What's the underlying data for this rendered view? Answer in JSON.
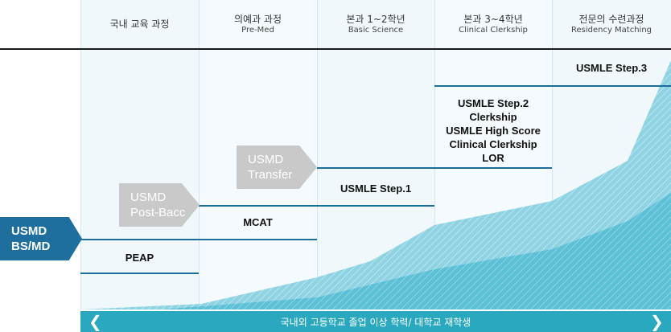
{
  "columns": [
    {
      "ko": "국내 교육 과정",
      "en": ""
    },
    {
      "ko": "의예과 과정",
      "en": "Pre-Med"
    },
    {
      "ko": "본과 1~2학년",
      "en": "Basic Science"
    },
    {
      "ko": "본과 3~4학년",
      "en": "Clinical Clerkship"
    },
    {
      "ko": "전문의 수련과정",
      "en": "Residency Matching"
    }
  ],
  "steps": {
    "peap": "PEAP",
    "mcat": "MCAT",
    "step1": "USMLE Step.1",
    "step2_lines": [
      "USMLE Step.2",
      "Clerkship",
      "USMLE High Score",
      "Clinical Clerkship",
      "LOR"
    ],
    "step3": "USMLE Step.3"
  },
  "tracks": {
    "bsmd": [
      "USMD",
      "BS/MD"
    ],
    "postbacc": [
      "USMD",
      "Post-Bacc"
    ],
    "transfer": [
      "USMD",
      "Transfer"
    ]
  },
  "footer": "국내외 고등학교 졸업 이상 학력/ 대학교 재학생",
  "colors": {
    "accent": "#1e6e9e",
    "teal": "#2aa8c0",
    "gray": "#c9c9c9"
  }
}
